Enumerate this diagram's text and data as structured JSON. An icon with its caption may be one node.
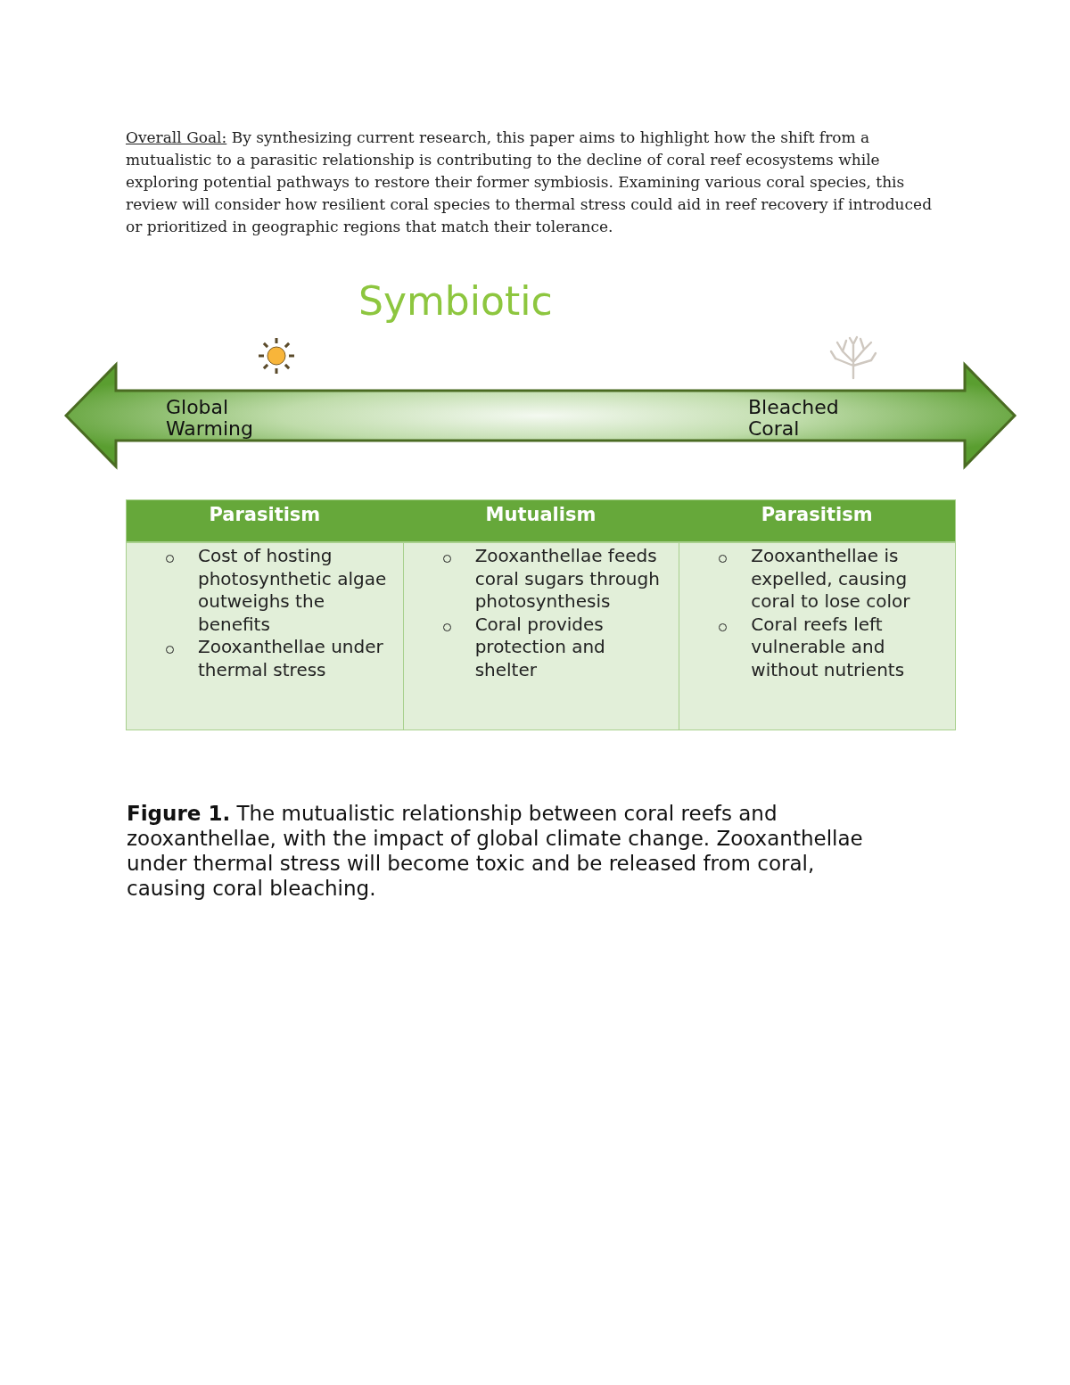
{
  "diagram": {
    "title": "Symbiotic",
    "nodes": [
      {
        "text": [
          "Global Warming",
          "Bleached Coral"
        ]
      }
    ],
    "edges": [],
    "labels": [
      "Overall Goal:",
      "By synthesizing current research, this paper aims to highlight how the shift from a mutualistic to a parasitic relationship is contributing to the decline of coral reef ecosystems while exploring potential pathways to restore their former symbiosis. Examining various coral species, this review will consider how resilient coral species to thermal stress could aid in reef recovery if introduced or prioritized in geographic regions that match their tolerance.",
      "Parasitism",
      "Mutualism",
      "Parasitism",
      "Cost of hosting photosynthetic algae outweighs the benefits",
      "Zooxanthellae under thermal stress",
      "Zooxanthellae feeds coral sugars through photosynthesis",
      "Coral provides protection and shelter",
      "Zooxanthellae is expelled, causing coral to lose color",
      "Coral reefs left vulnerable and without nutrients"
    ],
    "caption": "**Figure 1.** The mutualistic relationship between coral reefs and zooxanthellae, with the impact of global climate change. Zooxanthellae under thermal stress will become toxic and be released from coral, causing coral bleaching."
  }
}
